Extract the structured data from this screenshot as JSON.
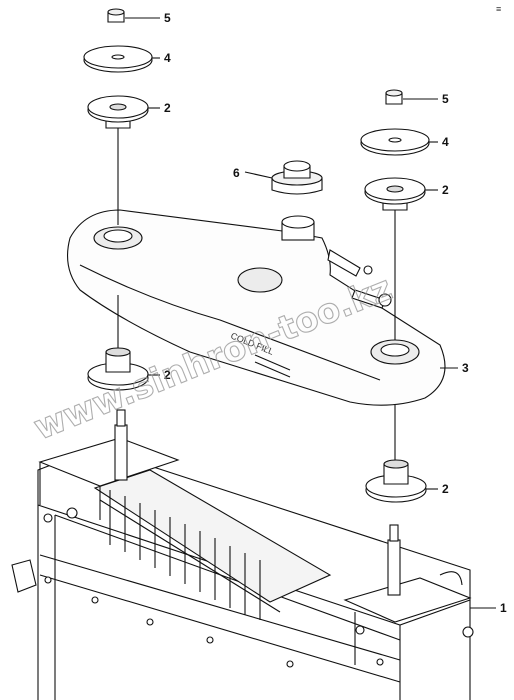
{
  "callouts": {
    "nut_top_left": "5",
    "washer_top_left": "4",
    "bushing_top_left": "2",
    "nut_top_right": "5",
    "washer_top_right": "4",
    "bushing_top_right": "2",
    "cap": "6",
    "tank": "3",
    "bushing_lower_left": "2",
    "bushing_lower_right": "2",
    "radiator": "1"
  },
  "tank_text": "COLD FILL",
  "watermark": "www.sinhron-too.kz",
  "corner_mark": "≡"
}
